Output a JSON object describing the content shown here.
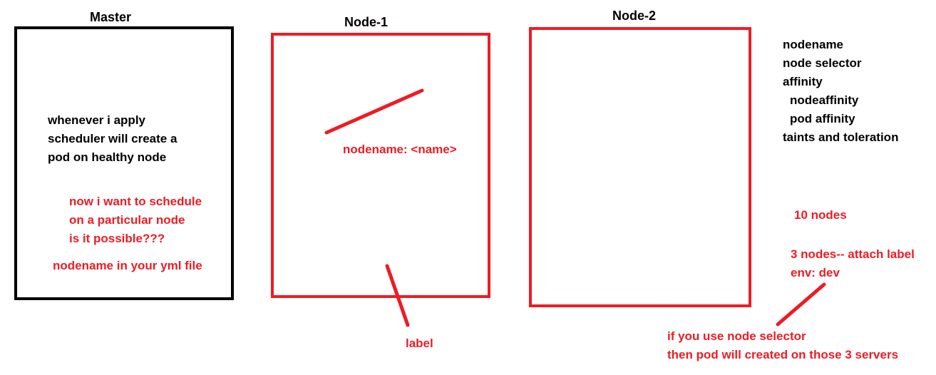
{
  "colors": {
    "black": "#000000",
    "red": "#ed1c24"
  },
  "boxes": [
    {
      "title": "Master"
    },
    {
      "title": "Node-1"
    },
    {
      "title": "Node-2"
    }
  ],
  "master_notes": {
    "line1": "whenever i apply",
    "line2": "scheduler will create a",
    "line3": "pod on healthy node",
    "question1": "now i want to schedule",
    "question2": "on a particular node",
    "question3": "is it possible???",
    "answer": "nodename in your yml file"
  },
  "node1_notes": {
    "nodename": "nodename: <name>",
    "label": "label"
  },
  "options_list": [
    "nodename",
    "node selector",
    "affinity",
    "nodeaffinity",
    "pod affinity",
    "taints and toleration"
  ],
  "selector_notes": {
    "count": "10 nodes",
    "attach1": "3 nodes-- attach label",
    "attach2": "env: dev",
    "result1": "if you use node selector",
    "result2": "then pod will created on those 3 servers"
  }
}
